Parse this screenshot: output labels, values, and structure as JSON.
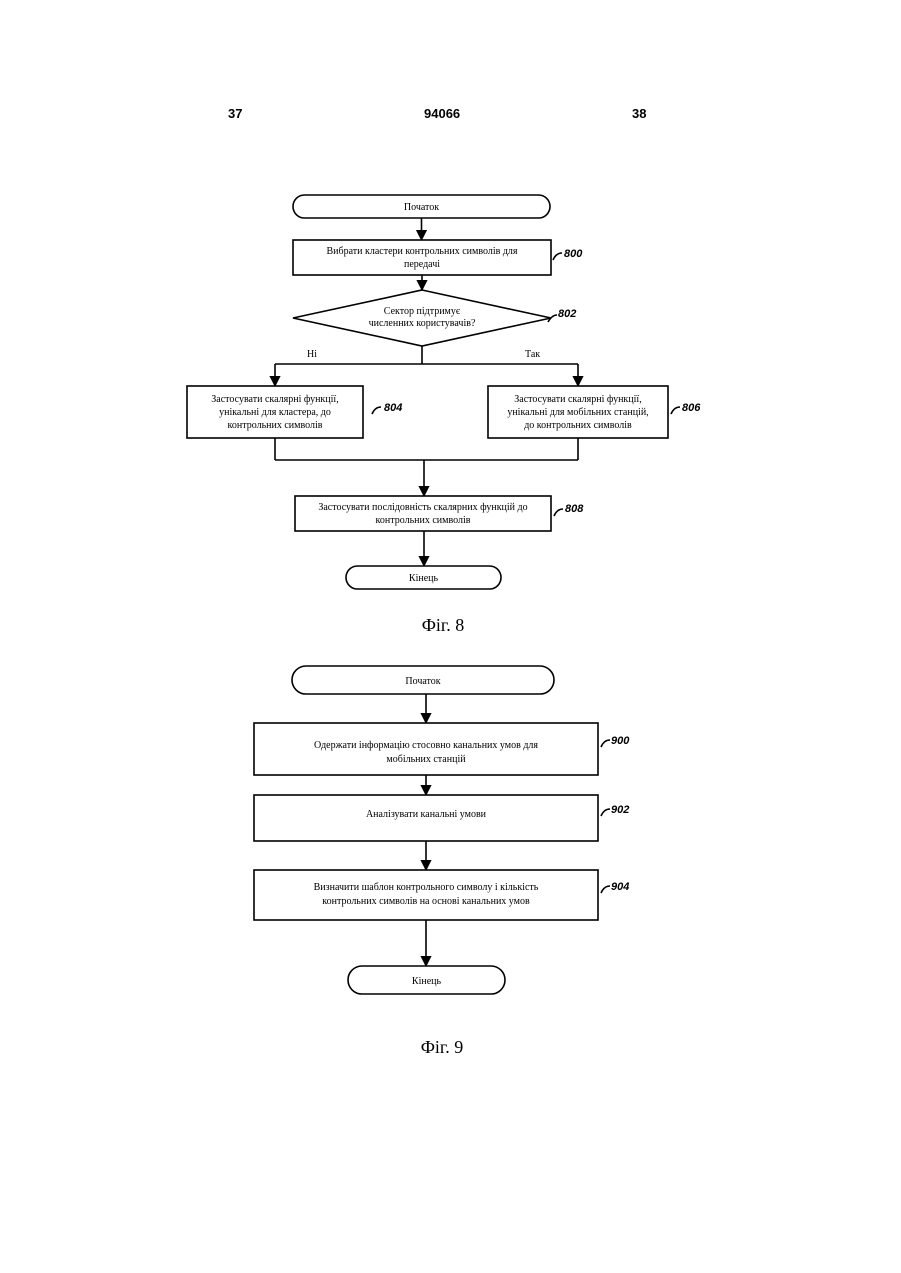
{
  "header": {
    "left_page": "37",
    "doc_number": "94066",
    "right_page": "38"
  },
  "fig8": {
    "start": "Початок",
    "step_800": [
      "Вибрати кластери контрольних символів для",
      "передачі"
    ],
    "ref_800": "800",
    "decision_802": [
      "Сектор підтримує",
      "численних користувачів?"
    ],
    "ref_802": "802",
    "branch_no": "Ні",
    "branch_yes": "Так",
    "step_804": [
      "Застосувати скалярні функції,",
      "унікальні для кластера, до",
      "контрольних символів"
    ],
    "ref_804": "804",
    "step_806": [
      "Застосувати скалярні функції,",
      "унікальні для мобільних станцій,",
      "до контрольних символів"
    ],
    "ref_806": "806",
    "step_808": [
      "Застосувати послідовність скалярних функцій до",
      "контрольних символів"
    ],
    "ref_808": "808",
    "end": "Кінець",
    "caption": "Фіг. 8"
  },
  "fig9": {
    "start": "Початок",
    "step_900": [
      "Одержати інформацію стосовно канальних умов для",
      "мобільних станцій"
    ],
    "ref_900": "900",
    "step_902": [
      "Аналізувати канальні умови"
    ],
    "ref_902": "902",
    "step_904": [
      "Визначити шаблон контрольного символу і кількість",
      "контрольних символів на основі канальних умов"
    ],
    "ref_904": "904",
    "end": "Кінець",
    "caption": "Фіг. 9"
  }
}
